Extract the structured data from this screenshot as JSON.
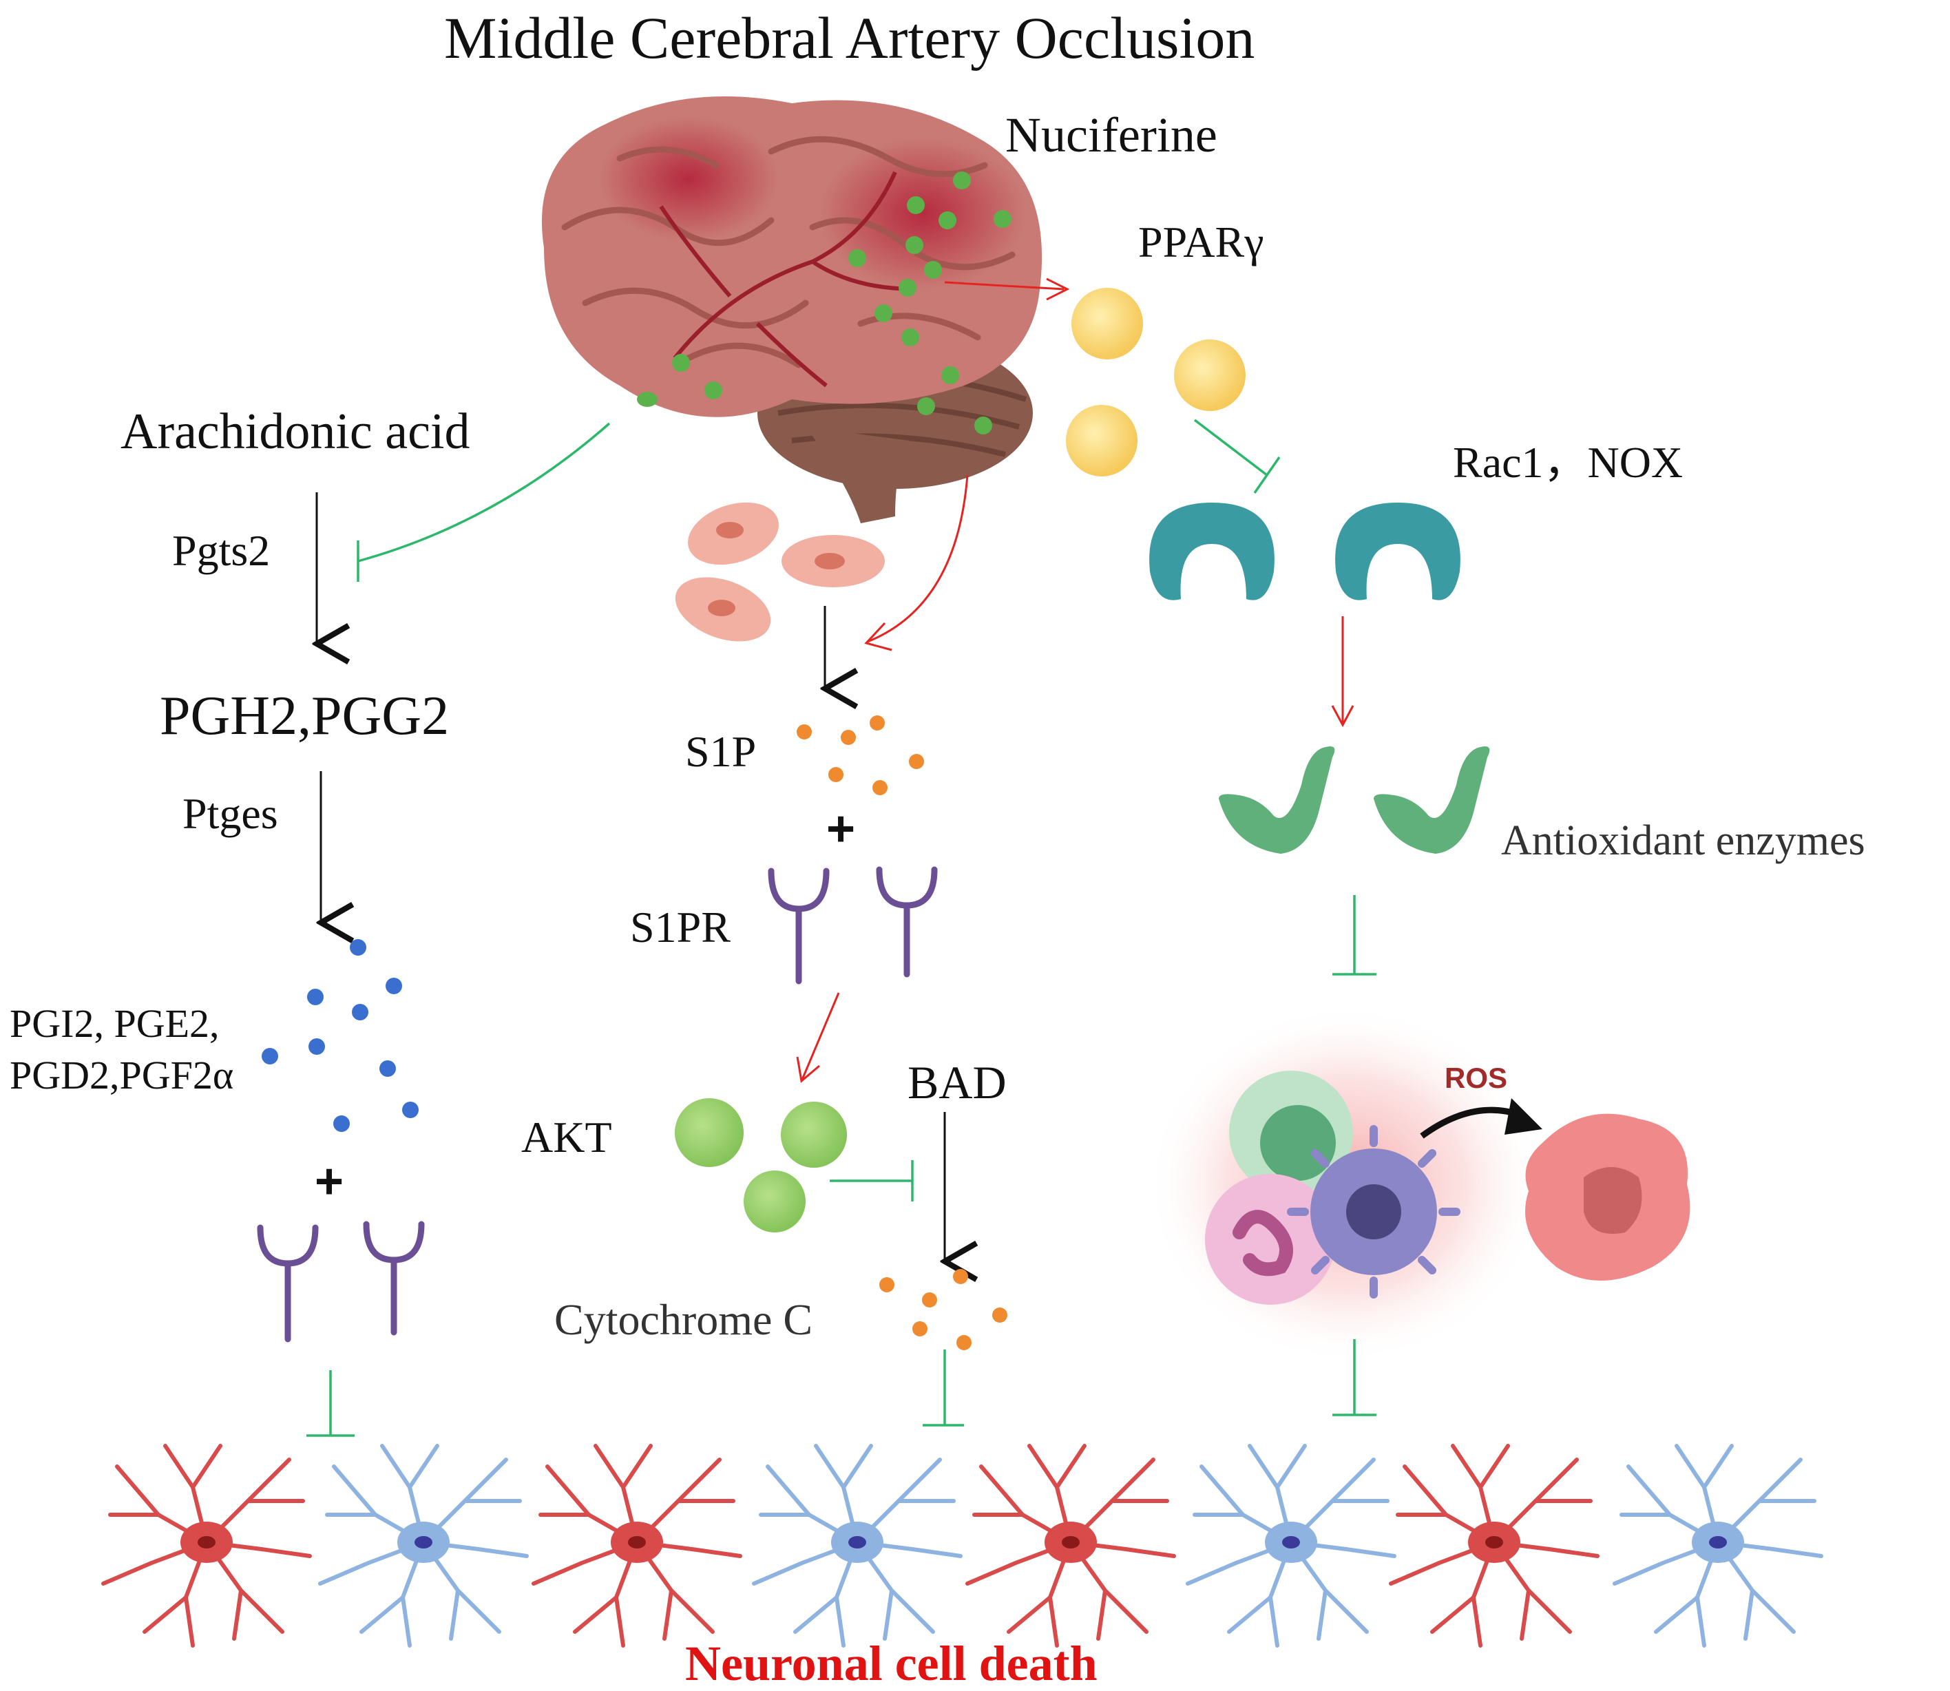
{
  "title": "Middle Cerebral Artery Occlusion",
  "drug": "Nuciferine",
  "left_pathway": {
    "substrate": "Arachidonic acid",
    "enzyme1": "Pgts2",
    "intermediate": "PGH2,PGG2",
    "enzyme2": "Ptges",
    "products_line1": "PGI2, PGE2,",
    "products_line2": "PGD2,PGF2α",
    "plus": "+"
  },
  "middle_pathway": {
    "s1p": "S1P",
    "plus": "+",
    "s1pr": "S1PR",
    "akt": "AKT",
    "bad": "BAD",
    "cytochrome": "Cytochrome C"
  },
  "right_pathway": {
    "ppar": "PPARγ",
    "rac_nox": "Rac1，NOX",
    "antioxidant": "Antioxidant enzymes",
    "ros": "ROS"
  },
  "outcome": "Neuronal cell death",
  "colors": {
    "activation_arrow": "#e52421",
    "inhibition": "#2cb86a",
    "neutral_arrow": "#111111",
    "outcome_text": "#e01212",
    "ros_text": "#a12a2a",
    "receptor": "#6a4f95",
    "s1p_dot": "#ef8a2e",
    "prostaglandin_dot": "#3a6fd0",
    "nuciferine_dot": "#5cb24a",
    "neuron_red": "#d94a4a",
    "neuron_blue": "#8fb3e0"
  }
}
